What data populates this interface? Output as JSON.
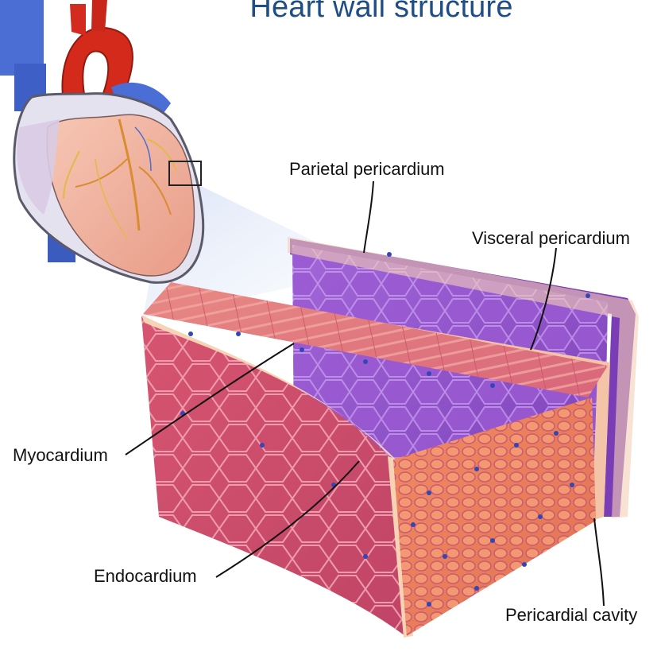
{
  "title": "Heart wall structure",
  "labels": {
    "parietal": "Parietal pericardium",
    "visceral": "Visceral pericardium",
    "myocardium": "Myocardium",
    "endocardium": "Endocardium",
    "cavity": "Pericardial cavity"
  },
  "colors": {
    "title": "#1f4e86",
    "vein_blue": "#4a6fd6",
    "artery_red": "#d62b1f",
    "heart_pink": "#f0b49a",
    "pericardium_purple": "#8e4fc4",
    "muscle_pink": "#d8607a",
    "muscle_orange": "#e8825a",
    "endocardium_cream": "#f5c9a8"
  },
  "icons": [
    "heart-illustration",
    "tissue-block"
  ]
}
